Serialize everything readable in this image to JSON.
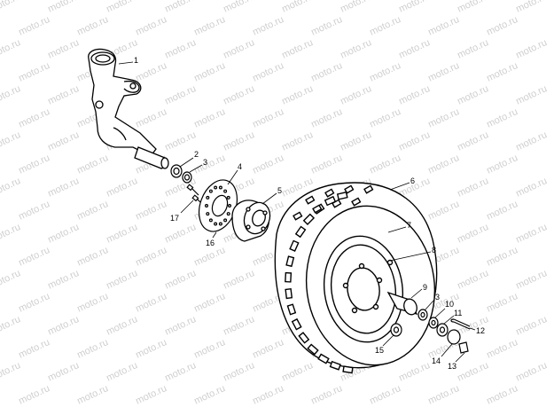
{
  "watermark": {
    "text": "moto.ru"
  },
  "labels": {
    "p1": "1",
    "p2": "2",
    "p3": "3",
    "p4": "4",
    "p5": "5",
    "p6": "6",
    "p7": "7",
    "p8": "8",
    "p9": "9",
    "p3b": "3",
    "p10": "10",
    "p11": "11",
    "p12": "12",
    "p13": "13",
    "p14": "14",
    "p15": "15",
    "p16": "16",
    "p17": "17"
  },
  "colors": {
    "line": "#000000",
    "watermark": "#cfcfcf",
    "background": "#ffffff"
  }
}
